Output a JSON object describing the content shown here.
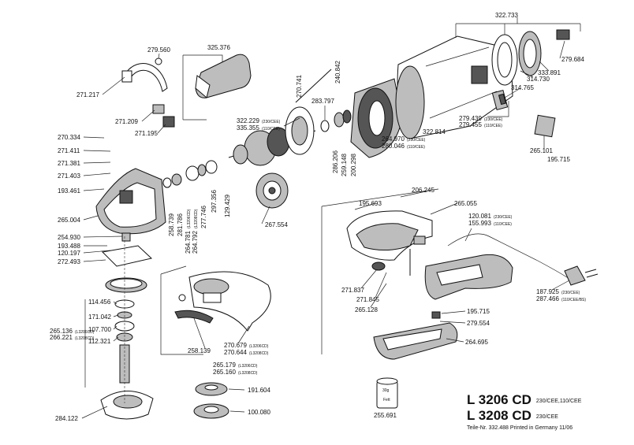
{
  "title_block": {
    "model_1": "L 3206 CD",
    "model_1_variants": "230/CEE,110/CEE",
    "model_2": "L 3208 CD",
    "model_2_variants": "230/CEE",
    "footer": "Teile-Nr. 332.488 Printed in Germany 11/06"
  },
  "grease_tub": {
    "amount": "30g",
    "label": "Fett",
    "part": "255.691"
  },
  "parts": [
    {
      "id": "p322733",
      "number": "322.733"
    },
    {
      "id": "p279560",
      "number": "279.560"
    },
    {
      "id": "p325376",
      "number": "325.376"
    },
    {
      "id": "p240842",
      "number": "240.842"
    },
    {
      "id": "p279684",
      "number": "279.684"
    },
    {
      "id": "p333891",
      "number": "333.891"
    },
    {
      "id": "p314730",
      "number": "314.730"
    },
    {
      "id": "p271217",
      "number": "271.217"
    },
    {
      "id": "p270741",
      "number": "270.741"
    },
    {
      "id": "p314765",
      "number": "314.765"
    },
    {
      "id": "p283797",
      "number": "283.797"
    },
    {
      "id": "p271209",
      "number": "271.209"
    },
    {
      "id": "p322229",
      "number": "322.229",
      "note": "(230/CEE)"
    },
    {
      "id": "p335355",
      "number": "335.355",
      "note": "(110/CEE)"
    },
    {
      "id": "p271195",
      "number": "271.195"
    },
    {
      "id": "p322814",
      "number": "322.814"
    },
    {
      "id": "p279439",
      "number": "279.439",
      "note": "(230/CEE)"
    },
    {
      "id": "p279455",
      "number": "279.455",
      "note": "(110/CEE)"
    },
    {
      "id": "p270334",
      "number": "270.334"
    },
    {
      "id": "p264970",
      "number": "264.970",
      "note": "(230/CEE)"
    },
    {
      "id": "p280046",
      "number": "280.046",
      "note": "(110/CEE)"
    },
    {
      "id": "p271411",
      "number": "271.411"
    },
    {
      "id": "p271381",
      "number": "271.381"
    },
    {
      "id": "p286206",
      "number": "286.206"
    },
    {
      "id": "p259148",
      "number": "259.148"
    },
    {
      "id": "p200298",
      "number": "200.298"
    },
    {
      "id": "p265101",
      "number": "265.101"
    },
    {
      "id": "p195715a",
      "number": "195.715"
    },
    {
      "id": "p271403",
      "number": "271.403"
    },
    {
      "id": "p193461",
      "number": "193.461"
    },
    {
      "id": "p206245",
      "number": "206.245"
    },
    {
      "id": "p265004",
      "number": "265.004"
    },
    {
      "id": "p297356",
      "number": "297.356"
    },
    {
      "id": "p129429",
      "number": "129.429"
    },
    {
      "id": "p195693",
      "number": "195.693"
    },
    {
      "id": "p265055",
      "number": "265.055"
    },
    {
      "id": "p277746",
      "number": "277.746"
    },
    {
      "id": "p258739",
      "number": "258.739"
    },
    {
      "id": "p281786",
      "number": "281.786"
    },
    {
      "id": "p264781",
      "number": "264.781",
      "note": "(L3206CD)"
    },
    {
      "id": "p264792",
      "number": "264.792",
      "note": "(L3208CD)"
    },
    {
      "id": "p267554",
      "number": "267.554"
    },
    {
      "id": "p120081",
      "number": "120.081",
      "note": "(230/CEE)"
    },
    {
      "id": "p155993",
      "number": "155.993",
      "note": "(110/CEE)"
    },
    {
      "id": "p254930",
      "number": "254.930"
    },
    {
      "id": "p193488",
      "number": "193.488"
    },
    {
      "id": "p120197",
      "number": "120.197"
    },
    {
      "id": "p272493",
      "number": "272.493"
    },
    {
      "id": "p271837",
      "number": "271.837"
    },
    {
      "id": "p271845",
      "number": "271.845"
    },
    {
      "id": "p187925",
      "number": "187.925",
      "note": "(230/CEE)"
    },
    {
      "id": "p287466",
      "number": "287.466",
      "note": "(110/CEE/BS)"
    },
    {
      "id": "p114456",
      "number": "114.456"
    },
    {
      "id": "p265128",
      "number": "265.128"
    },
    {
      "id": "p195715b",
      "number": "195.715"
    },
    {
      "id": "p171042",
      "number": "171.042"
    },
    {
      "id": "p279554",
      "number": "279.554"
    },
    {
      "id": "p265136",
      "number": "265.136",
      "note": "(L3206CD)"
    },
    {
      "id": "p107700",
      "number": "107.700"
    },
    {
      "id": "p266221",
      "number": "266.221",
      "note": "(L3208CD)"
    },
    {
      "id": "p112321",
      "number": "112.321"
    },
    {
      "id": "p264695",
      "number": "264.695"
    },
    {
      "id": "p270679",
      "number": "270.679",
      "note": "(L3206CD)"
    },
    {
      "id": "p270644",
      "number": "270.644",
      "note": "(L3208CD)"
    },
    {
      "id": "p258139",
      "number": "258.139"
    },
    {
      "id": "p265179",
      "number": "265.179",
      "note": "(L3206CD)"
    },
    {
      "id": "p265160",
      "number": "265.160",
      "note": "(L3208CD)"
    },
    {
      "id": "p191604",
      "number": "191.604"
    },
    {
      "id": "p284122",
      "number": "284.122"
    },
    {
      "id": "p100080",
      "number": "100.080"
    }
  ]
}
